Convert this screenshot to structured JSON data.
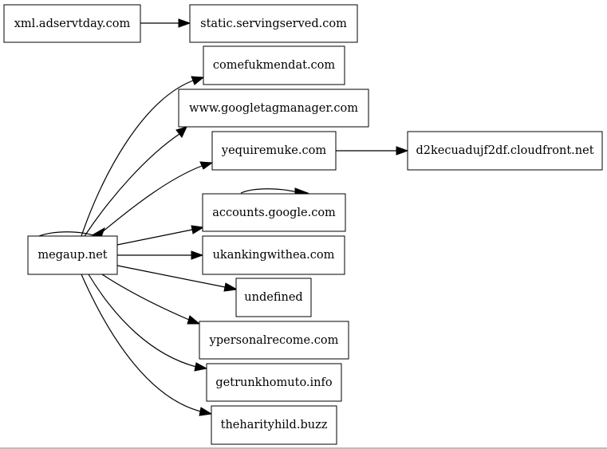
{
  "graph": {
    "nodes": {
      "xml_adservtday": "xml.adservtday.com",
      "static_servingserved": "static.servingserved.com",
      "comefukmendat": "comefukmendat.com",
      "googletagmanager": "www.googletagmanager.com",
      "yequiremuke": "yequiremuke.com",
      "cloudfront": "d2kecuadujf2df.cloudfront.net",
      "accounts_google": "accounts.google.com",
      "megaup": "megaup.net",
      "ukankingwithea": "ukankingwithea.com",
      "undefined": "undefined",
      "ypersonalrecome": "ypersonalrecome.com",
      "getrunkhomuto": "getrunkhomuto.info",
      "theharityhild": "theharityhild.buzz"
    }
  }
}
